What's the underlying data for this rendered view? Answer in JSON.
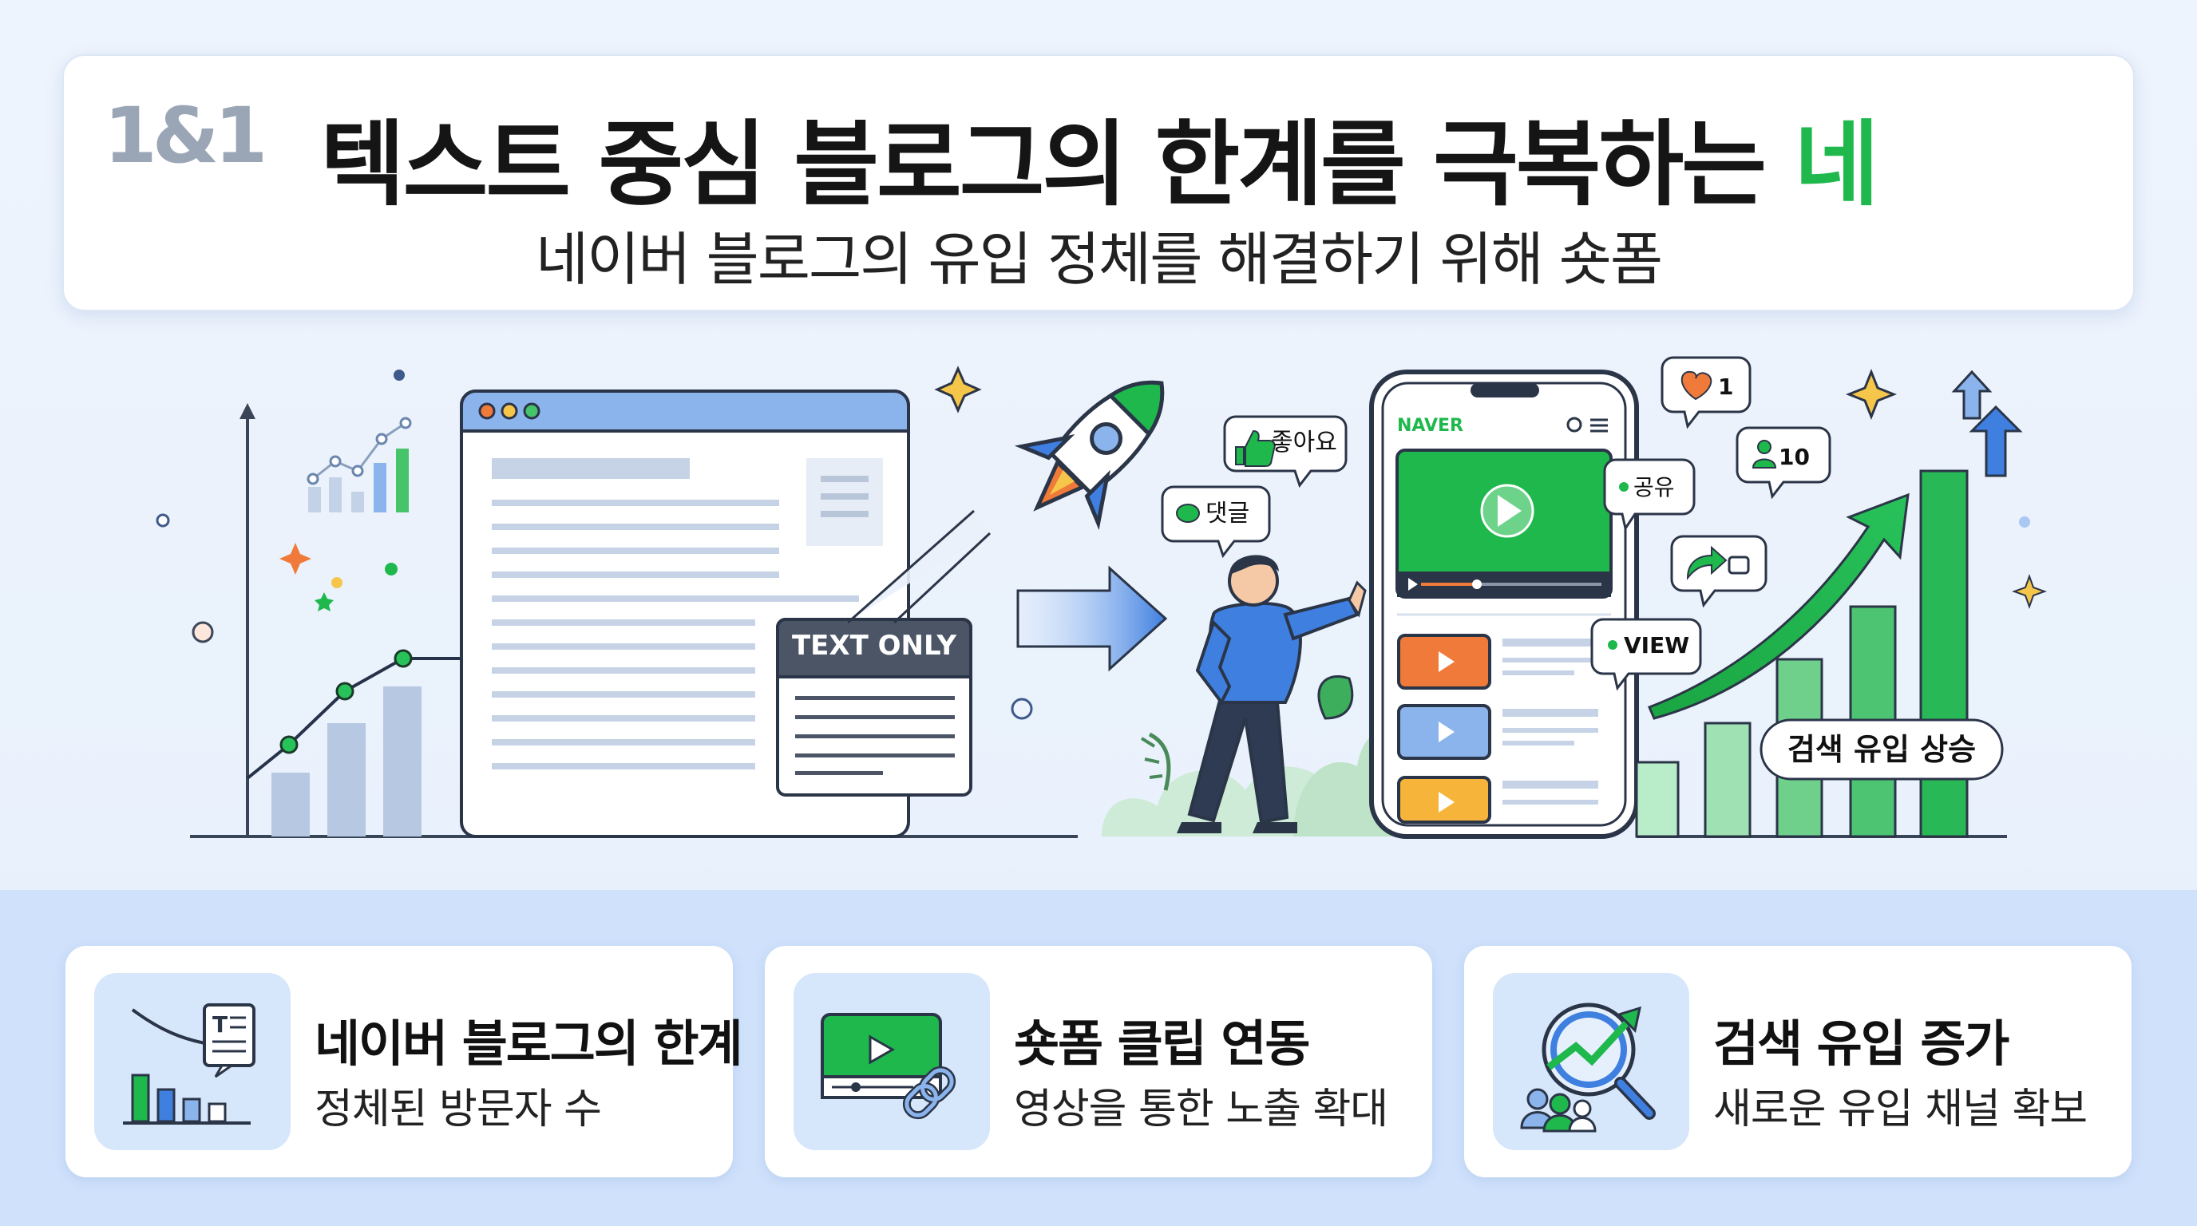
{
  "header": {
    "logo": "1&1",
    "headline_main": "텍스트 중심 블로그의 한계를 극복하는 ",
    "headline_accent": "네",
    "subline": "네이버 블로그의 유입 정체를 해결하기 위해 숏폼"
  },
  "illustration": {
    "text_only_label": "TEXT ONLY",
    "naver_label": "NAVER",
    "bubble_like": "좋아요",
    "bubble_comment": "댓글",
    "bubble_share": "공유",
    "bubble_view": "VIEW",
    "bubble_heart_count": "1",
    "bubble_user_count": "10",
    "search_rise_label": "검색 유입 상승"
  },
  "features": [
    {
      "title": "네이버 블로그의 한계",
      "subtitle": "정체된 방문자 수",
      "icon": "blog-limit-chart-icon"
    },
    {
      "title": "숏폼 클립 연동",
      "subtitle": "영상을 통한 노출 확대",
      "icon": "video-link-icon"
    },
    {
      "title": "검색 유입 증가",
      "subtitle": "새로운 유입 채널 확보",
      "icon": "search-growth-icon"
    }
  ],
  "colors": {
    "accent_green": "#1fb84d",
    "accent_blue": "#4a86e8",
    "orange": "#f07a3a",
    "background": "#eef4fd"
  }
}
